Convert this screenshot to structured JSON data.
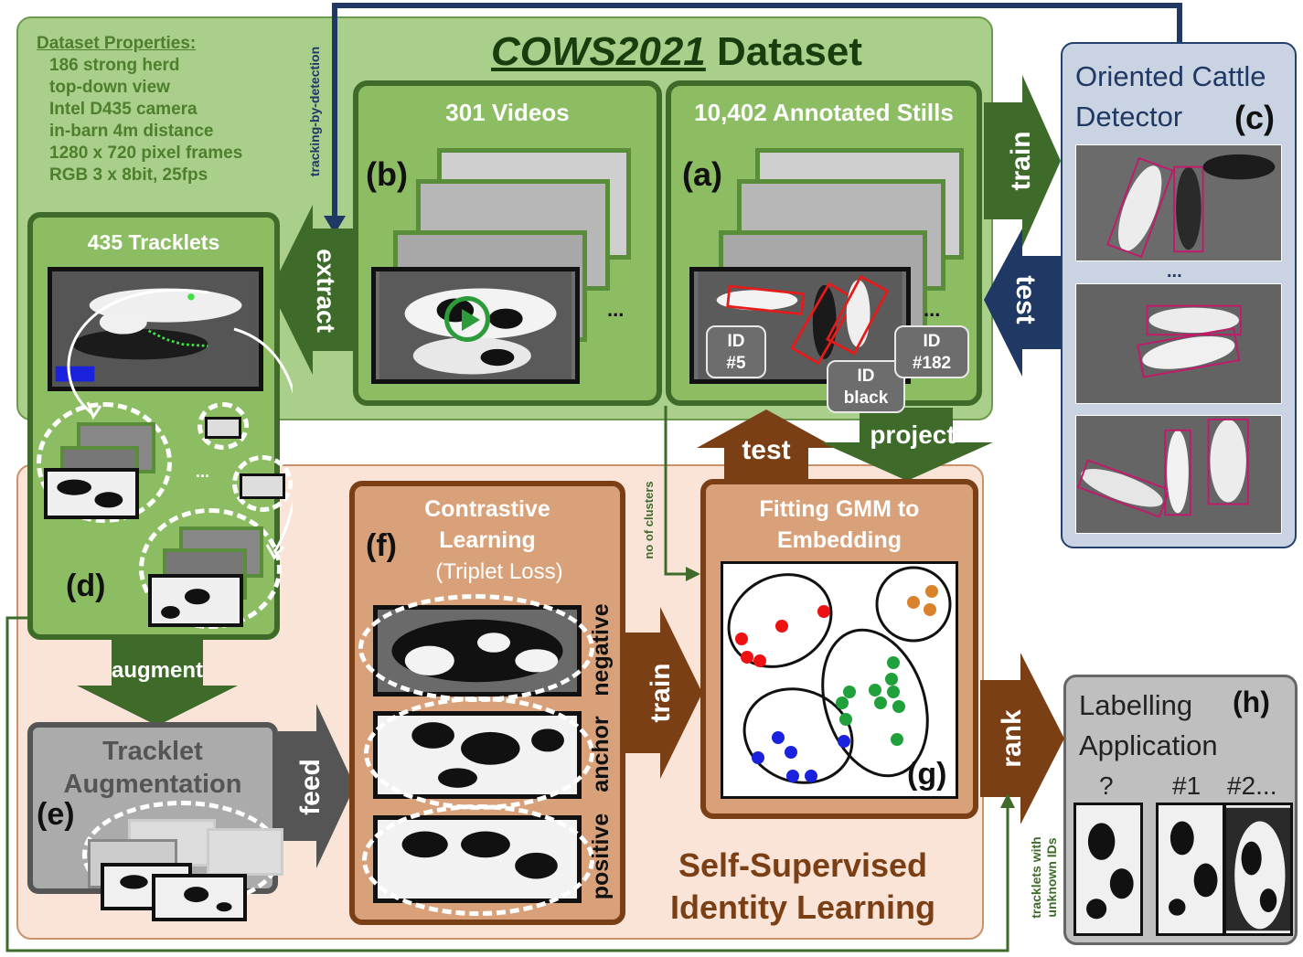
{
  "dataset": {
    "title": "COWS2021",
    "title_suffix": " Dataset",
    "properties_heading": "Dataset Properties:",
    "properties": [
      "186 strong herd",
      "top-down view",
      "Intel D435 camera",
      "in-barn 4m distance",
      "1280 x 720 pixel frames",
      "RGB 3 x 8bit, 25fps"
    ],
    "tracking_label": "tracking-by-detection"
  },
  "videos": {
    "title": "301 Videos",
    "letter": "(b)",
    "ellipsis": "..."
  },
  "stills": {
    "title": "10,402 Annotated Stills",
    "letter": "(a)",
    "ellipsis": "...",
    "tags": [
      {
        "line1": "ID",
        "line2": "#5"
      },
      {
        "line1": "ID",
        "line2": "black"
      },
      {
        "line1": "ID",
        "line2": "#182"
      }
    ]
  },
  "detector": {
    "title_line1": "Oriented Cattle",
    "title_line2": "Detector",
    "letter": "(c)",
    "ellipsis": "..."
  },
  "tracklets": {
    "title": "435 Tracklets",
    "letter": "(d)",
    "ellipsis": "..."
  },
  "augmentation": {
    "title_line1": "Tracklet",
    "title_line2": "Augmentation",
    "letter": "(e)"
  },
  "contrastive": {
    "title_line1": "Contrastive",
    "title_line2": "Learning",
    "subtitle": "(Triplet Loss)",
    "letter": "(f)",
    "roles": [
      "negative",
      "anchor",
      "positive"
    ]
  },
  "gmm": {
    "title_line1": "Fitting GMM to",
    "title_line2": "Embedding",
    "letter": "(g)"
  },
  "ssil": {
    "line1": "Self-Supervised",
    "line2": "Identity Learning"
  },
  "labelling": {
    "title_line1": "Labelling",
    "title_line2": "Application",
    "letter": "(h)",
    "query": "?",
    "rank1": "#1",
    "rank2": "#2..."
  },
  "arrows": {
    "extract": "extract",
    "train_detector": "train",
    "test_detector": "test",
    "test_gmm": "test",
    "project": "project",
    "augment": "augment",
    "feed": "feed",
    "train_gmm": "train",
    "rank": "rank",
    "no_clusters": "no of clusters",
    "unknown_line1": "tracklets with",
    "unknown_line2": "unknown IDs"
  },
  "colors": {
    "green_bg": "#a9cf8b",
    "green_dark": "#3e6b2a",
    "green_box": "#8dbd63",
    "green_text": "#4d7f2c",
    "brown_bg": "#fae4d8",
    "brown_dark": "#7b3f15",
    "brown_box": "#d8a17a",
    "detector_bg": "#c9d3e2",
    "detector_border": "#24406d",
    "navy": "#1f3864",
    "gray_dark": "#555555",
    "gray_box": "#ababab"
  },
  "cluster_colors": [
    "#ee1111",
    "#d9822b",
    "#1fa03a",
    "#1a22dd"
  ]
}
